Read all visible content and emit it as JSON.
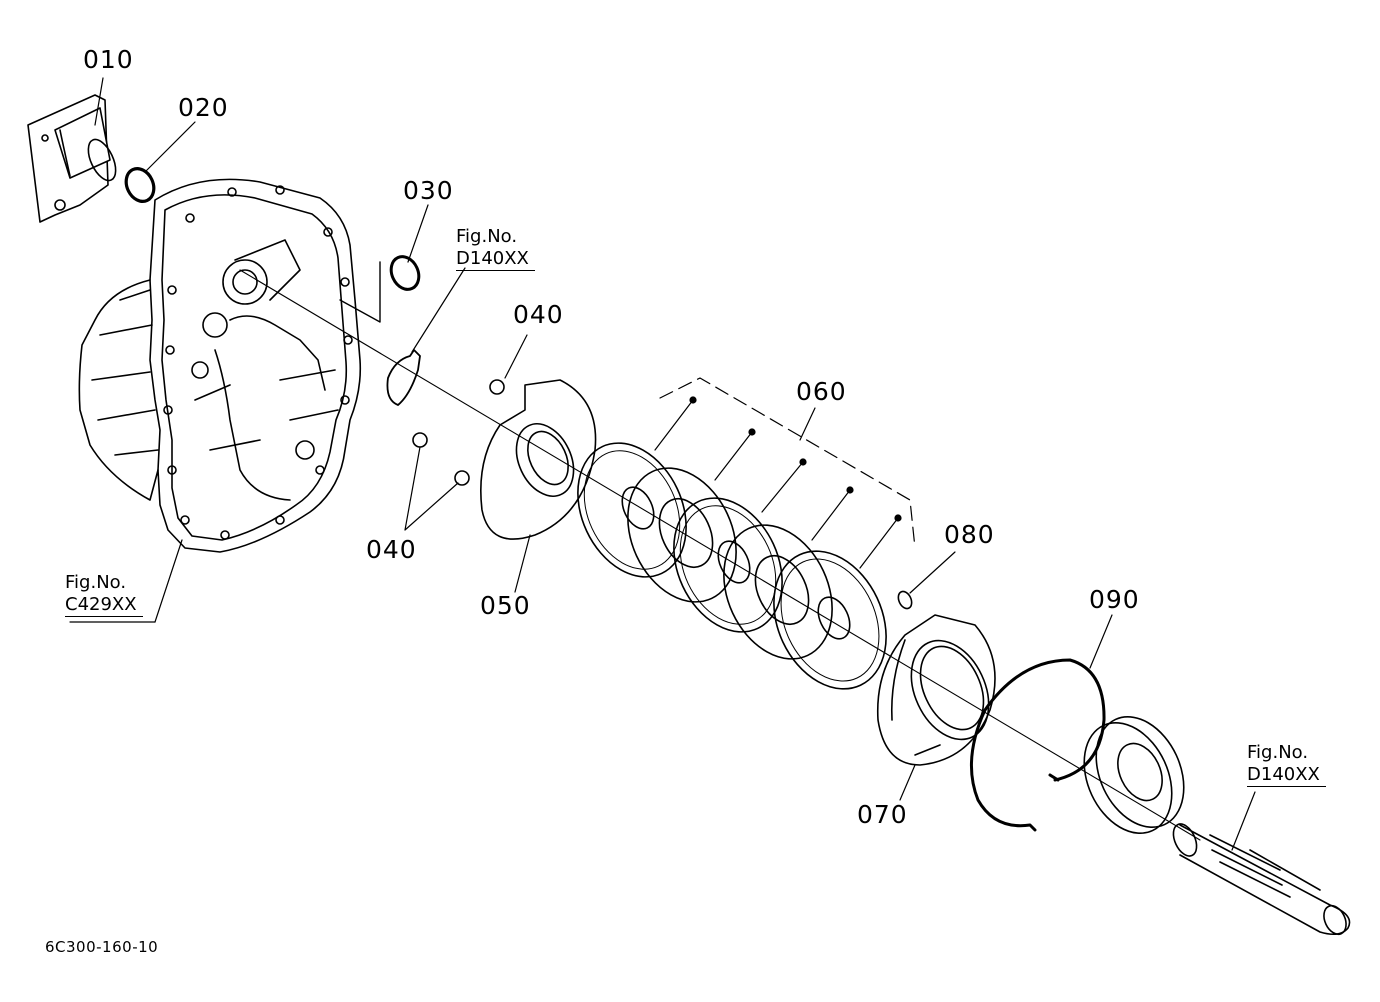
{
  "labels": {
    "p010": "010",
    "p020": "020",
    "p030": "030",
    "p040a": "040",
    "p040b": "040",
    "p050": "050",
    "p060": "060",
    "p070": "070",
    "p080": "080",
    "p090": "090"
  },
  "refs": {
    "ref_a": {
      "line1": "Fig.No.",
      "line2": "D140XX"
    },
    "ref_b": {
      "line1": "Fig.No.",
      "line2": "C429XX"
    },
    "ref_c": {
      "line1": "Fig.No.",
      "line2": "D140XX"
    }
  },
  "drawing_code": "6C300-160-10"
}
